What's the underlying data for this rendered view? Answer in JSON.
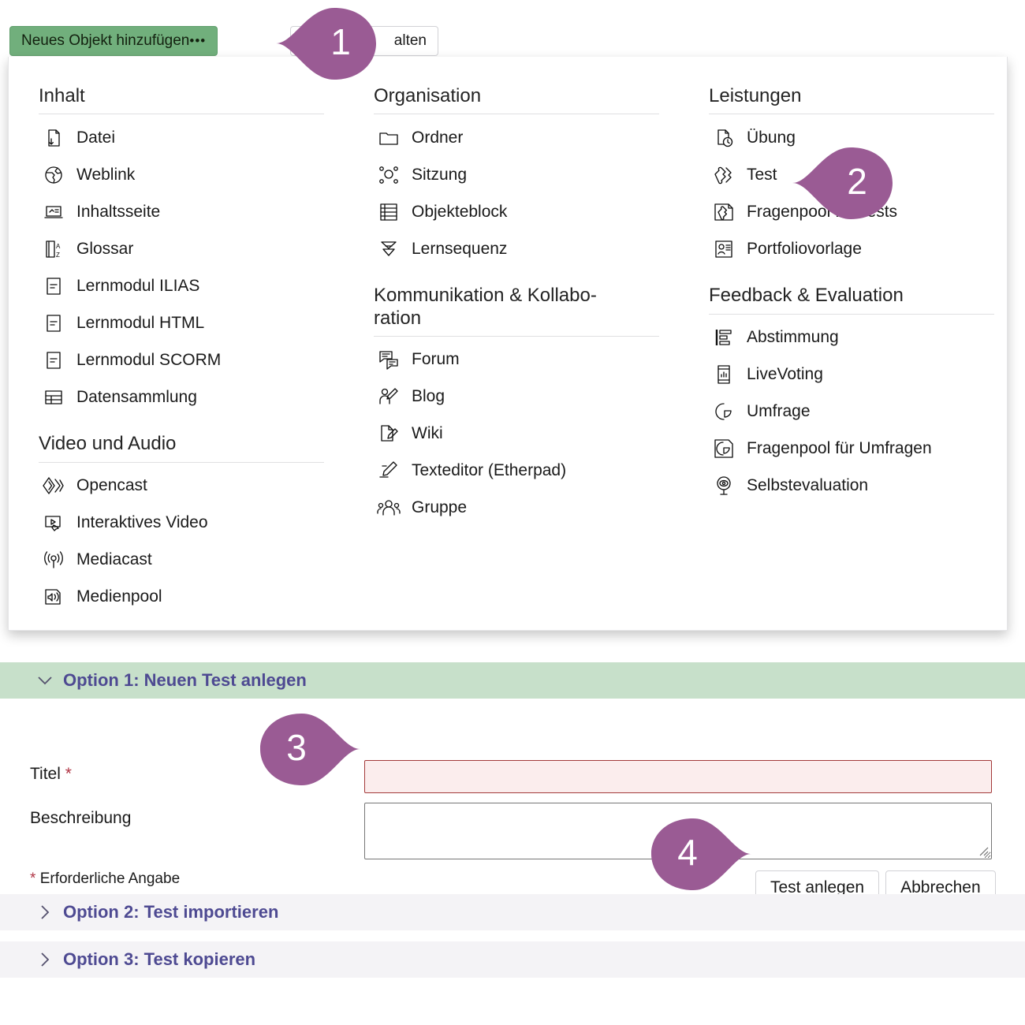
{
  "toolbar": {
    "add_button_label": "Neues Objekt hinzufügen",
    "add_button_dots": "•••",
    "manage_button_label": "alten"
  },
  "dropdown": {
    "groups": [
      {
        "column": 1,
        "title": "Inhalt",
        "items": [
          {
            "label": "Datei",
            "icon": "file-download-icon"
          },
          {
            "label": "Weblink",
            "icon": "globe-link-icon"
          },
          {
            "label": "Inhaltsseite",
            "icon": "content-page-icon"
          },
          {
            "label": "Glossar",
            "icon": "glossary-az-icon"
          },
          {
            "label": "Lernmodul ILIAS",
            "icon": "learning-module-icon"
          },
          {
            "label": "Lernmodul HTML",
            "icon": "learning-module-icon"
          },
          {
            "label": "Lernmodul SCORM",
            "icon": "learning-module-icon"
          },
          {
            "label": "Datensammlung",
            "icon": "data-collection-table-icon"
          }
        ]
      },
      {
        "column": 1,
        "title": "Video und Audio",
        "items": [
          {
            "label": "Opencast",
            "icon": "opencast-diamond-icon"
          },
          {
            "label": "Interaktives Video",
            "icon": "interactive-video-icon"
          },
          {
            "label": "Mediacast",
            "icon": "mediacast-broadcast-icon"
          },
          {
            "label": "Medienpool",
            "icon": "media-pool-speaker-icon"
          }
        ]
      },
      {
        "column": 2,
        "title": "Organisation",
        "items": [
          {
            "label": "Ordner",
            "icon": "folder-icon"
          },
          {
            "label": "Sitzung",
            "icon": "session-nodes-icon"
          },
          {
            "label": "Objekteblock",
            "icon": "object-block-list-icon"
          },
          {
            "label": "Lernsequenz",
            "icon": "learning-sequence-chevron-icon"
          }
        ]
      },
      {
        "column": 2,
        "title": "Kommunikation & Kollabo-\nration",
        "items": [
          {
            "label": "Forum",
            "icon": "forum-speech-bubbles-icon"
          },
          {
            "label": "Blog",
            "icon": "blog-person-pencil-icon"
          },
          {
            "label": "Wiki",
            "icon": "wiki-page-pencil-icon"
          },
          {
            "label": "Texteditor (Etherpad)",
            "icon": "etherpad-pencil-icon"
          },
          {
            "label": "Gruppe",
            "icon": "group-people-icon"
          }
        ]
      },
      {
        "column": 3,
        "title": "Leistungen",
        "items": [
          {
            "label": "Übung",
            "icon": "exercise-clock-icon"
          },
          {
            "label": "Test",
            "icon": "test-puzzle-icon"
          },
          {
            "label": "Fragenpool für Tests",
            "icon": "question-pool-test-icon"
          },
          {
            "label": "Portfoliovorlage",
            "icon": "portfolio-template-icon"
          }
        ]
      },
      {
        "column": 3,
        "title": "Feedback & Evaluation",
        "items": [
          {
            "label": "Abstimmung",
            "icon": "vote-bars-icon"
          },
          {
            "label": "LiveVoting",
            "icon": "livevoting-phone-icon"
          },
          {
            "label": "Umfrage",
            "icon": "survey-pie-icon"
          },
          {
            "label": "Fragenpool für Umfragen",
            "icon": "question-pool-survey-icon"
          },
          {
            "label": "Selbstevaluation",
            "icon": "self-evaluation-eye-icon"
          }
        ]
      }
    ]
  },
  "form": {
    "option1": {
      "header": "Option 1: Neuen Test anlegen",
      "state": "expanded",
      "chevron": "chevron-down-icon",
      "title_label": "Titel",
      "required_mark": "*",
      "title_value": "",
      "title_placeholder": "",
      "description_label": "Beschreibung",
      "description_value": "",
      "description_placeholder": "",
      "required_hint": "Erforderliche Angabe",
      "submit_label": "Test anlegen",
      "cancel_label": "Abbrechen"
    },
    "option2": {
      "header": "Option 2: Test importieren",
      "state": "collapsed",
      "chevron": "chevron-right-icon"
    },
    "option3": {
      "header": "Option 3: Test kopieren",
      "state": "collapsed",
      "chevron": "chevron-right-icon"
    }
  },
  "callouts": [
    {
      "number": "1",
      "direction": "left"
    },
    {
      "number": "2",
      "direction": "left"
    },
    {
      "number": "3",
      "direction": "right"
    },
    {
      "number": "4",
      "direction": "right"
    }
  ],
  "colors": {
    "add_button_green": "#71af7c",
    "marker_purple": "#9a5b94",
    "accordion_open_green": "#c7e0ca",
    "accordion_closed_gray": "#f4f3f6",
    "accordion_text_purple": "#4e4a92",
    "required_red": "#b03343",
    "error_field_bg": "#fbeded",
    "error_field_border": "#a33a3a"
  }
}
